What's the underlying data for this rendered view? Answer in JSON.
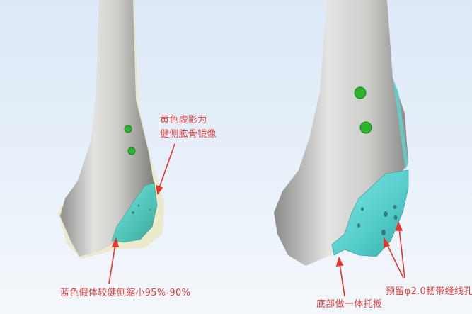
{
  "figure": {
    "left_panel": {
      "description": "3D humerus model with blue prosthesis and yellow mirrored contralateral humerus shadow",
      "annotations": {
        "yellow_shadow_line1": "黄色虚影为",
        "yellow_shadow_line2": "健侧肱骨镜像",
        "blue_prosthesis": "蓝色假体较健侧缩小95%-90%"
      }
    },
    "right_panel": {
      "description": "3D humerus model with cyan prosthesis and suture holes",
      "annotations": {
        "bottom_plate": "底部做一体托板",
        "suture_holes": "预留φ2.0韧带缝线孔"
      }
    },
    "colors": {
      "annotation_text": "#d9403c",
      "arrow": "#e8322c",
      "bone": "#c8c8c6",
      "prosthesis": "#5fd3cf",
      "screw": "#2cb52c",
      "shadow": "#e9e6b8",
      "background": "#e3edf8"
    }
  }
}
